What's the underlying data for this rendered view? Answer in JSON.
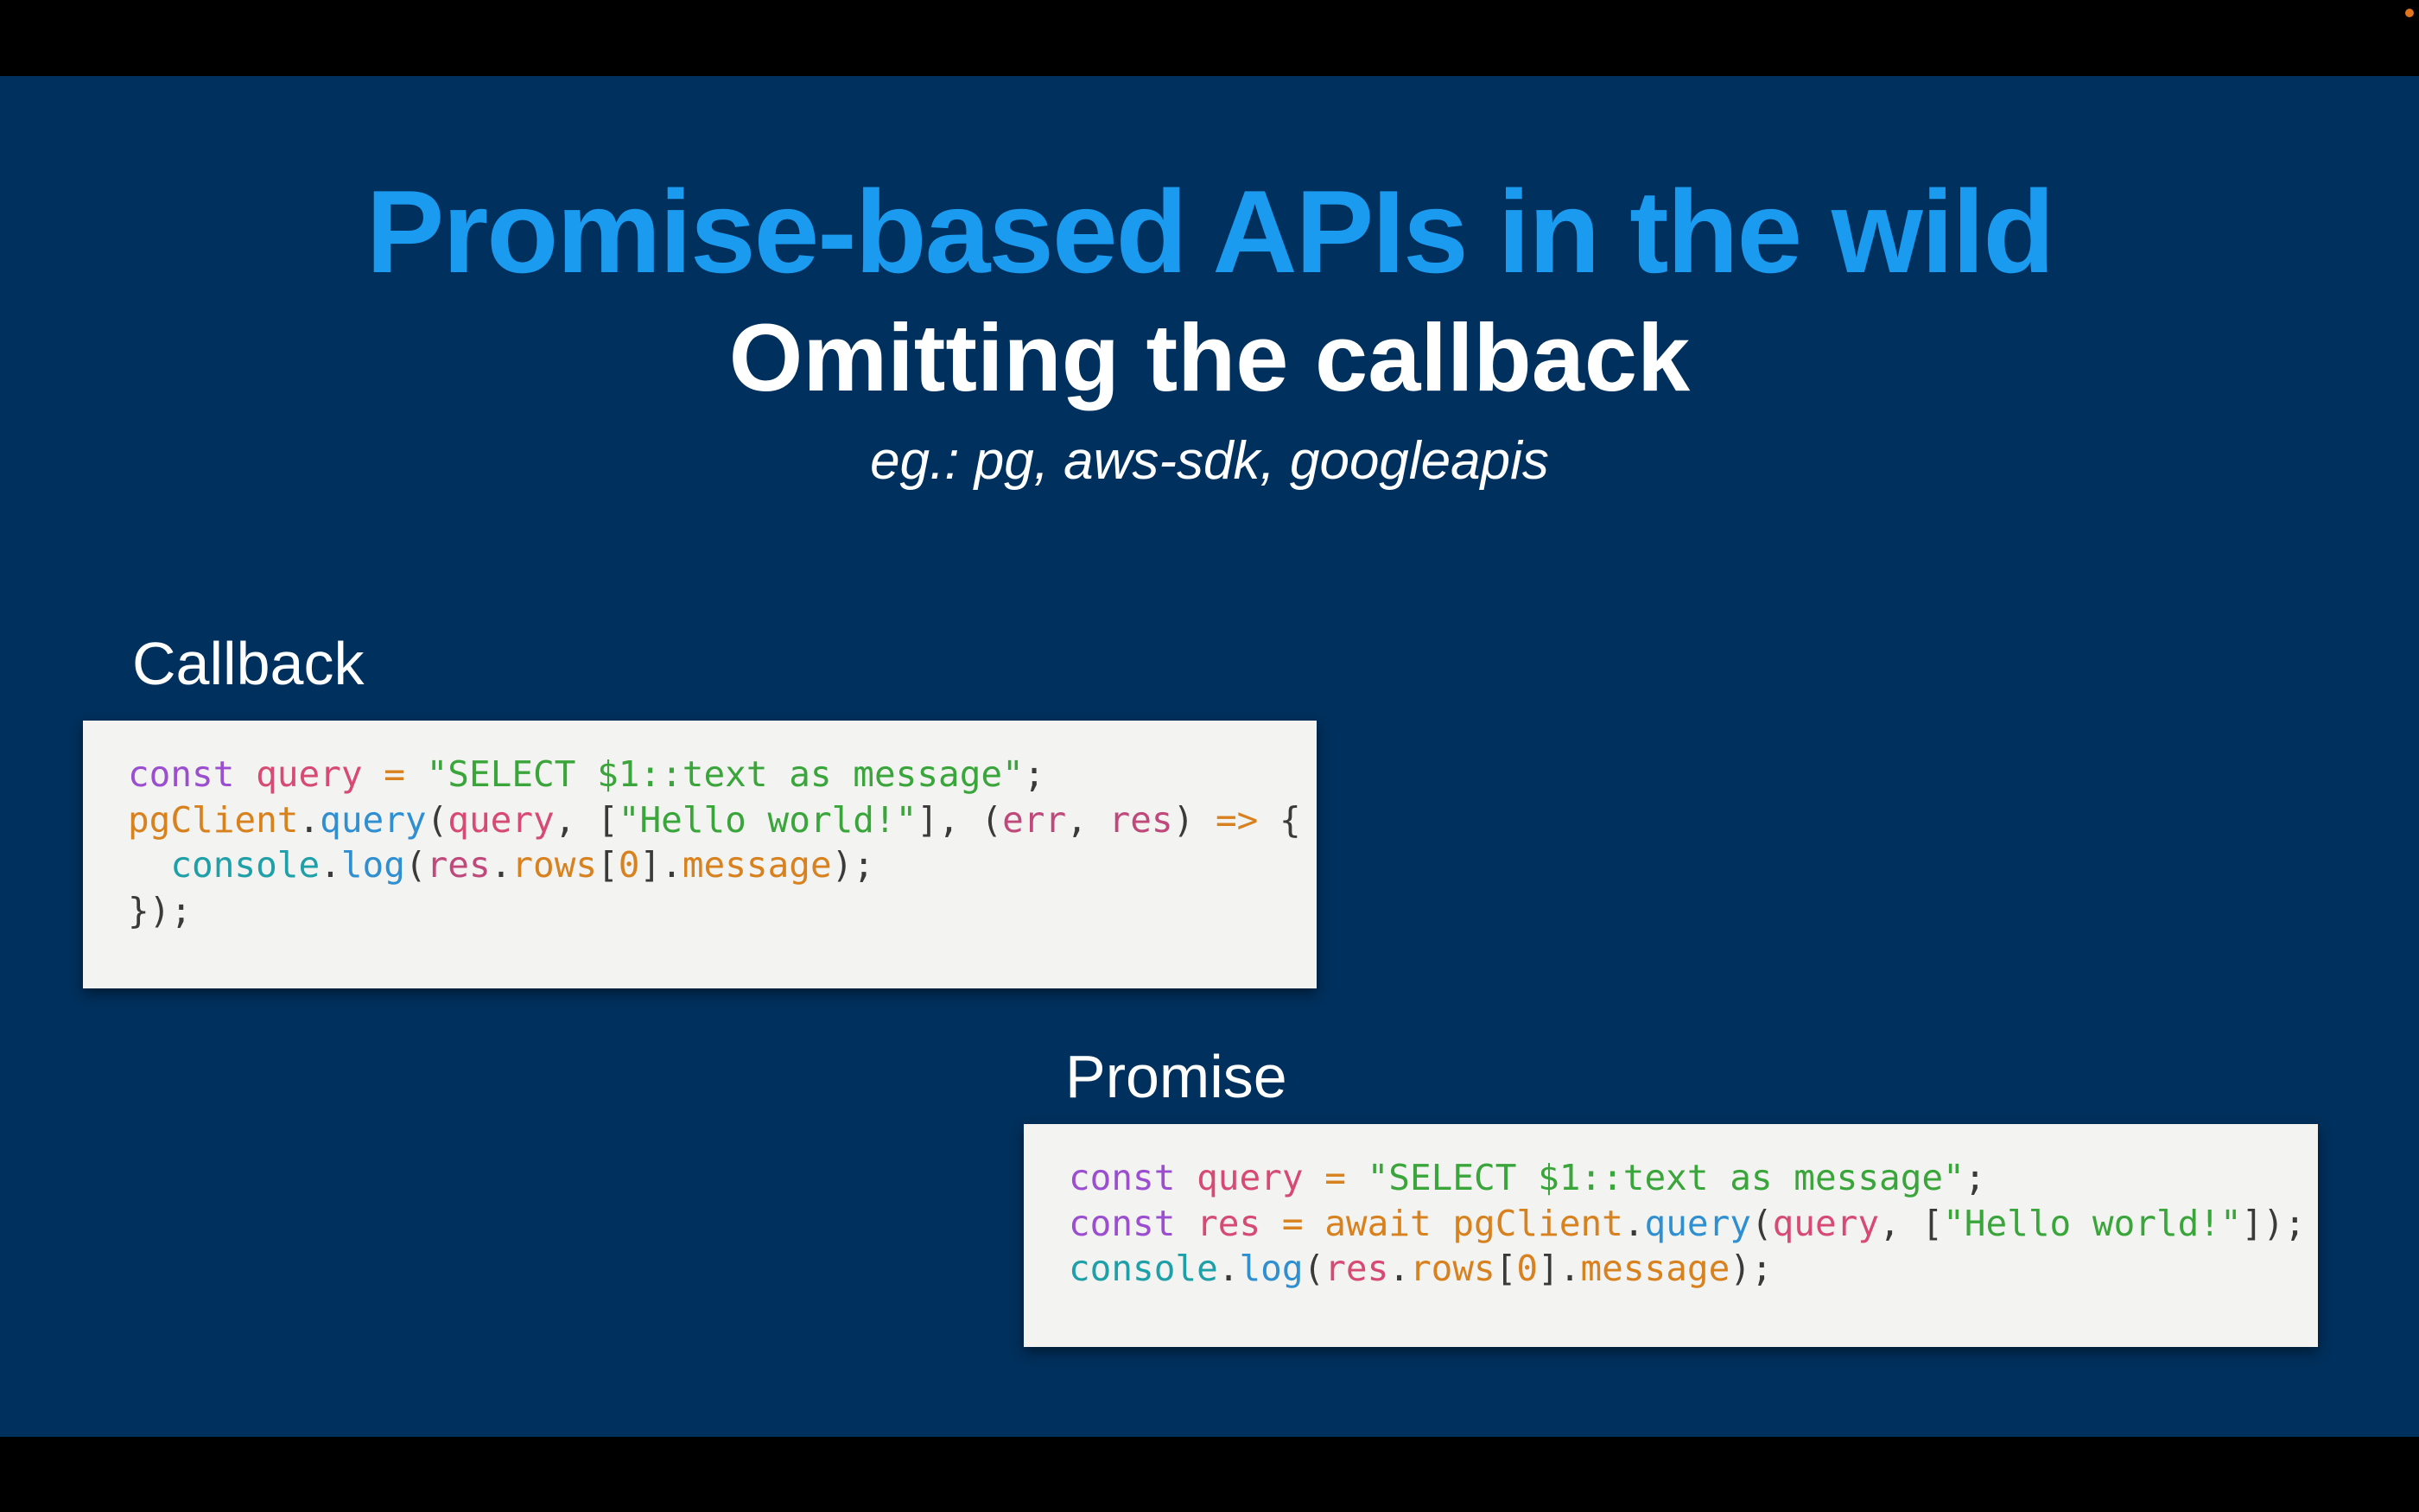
{
  "slide": {
    "title": "Promise-based APIs in the wild",
    "subtitle": "Omitting the callback",
    "examples": "eg.: pg, aws-sdk, googleapis"
  },
  "callback_section": {
    "label": "Callback",
    "code": {
      "l1": {
        "kw": "const",
        "var": "query",
        "op": "=",
        "str": "\"SELECT $1::text as message\"",
        "end": ";"
      },
      "l2": {
        "obj": "pgClient",
        "dot": ".",
        "fn": "query",
        "open": "(",
        "arg1": "query",
        "sep1": ", [",
        "str": "\"Hello world!\"",
        "close_arr": "], (",
        "p1": "err",
        "sep2": ", ",
        "p2": "res",
        "close_p": ")",
        "arrow": "=>",
        "brace": "{"
      },
      "l3": {
        "indent": "  ",
        "cls": "console",
        "dot": ".",
        "fn": "log",
        "open": "(",
        "var": "res",
        "dot2": ".",
        "prop": "rows",
        "lb": "[",
        "num": "0",
        "rb": "]",
        "dot3": ".",
        "prop2": "message",
        "end": ");"
      },
      "l4": {
        "text": "});"
      }
    }
  },
  "promise_section": {
    "label": "Promise",
    "code": {
      "l1": {
        "kw": "const",
        "var": "query",
        "op": "=",
        "str": "\"SELECT $1::text as message\"",
        "end": ";"
      },
      "l2": {
        "kw": "const",
        "var": "res",
        "op": "=",
        "await": "await",
        "obj": "pgClient",
        "dot": ".",
        "fn": "query",
        "open": "(",
        "arg1": "query",
        "sep1": ", [",
        "str": "\"Hello world!\"",
        "end": "]);"
      },
      "l3": {
        "cls": "console",
        "dot": ".",
        "fn": "log",
        "open": "(",
        "var": "res",
        "dot2": ".",
        "prop": "rows",
        "lb": "[",
        "num": "0",
        "rb": "]",
        "dot3": ".",
        "prop2": "message",
        "end": ");"
      }
    }
  },
  "colors": {
    "slide_background": "#00305d",
    "title": "#1a9bf0",
    "code_background": "#f3f3f2",
    "keyword": "#9b4fd0",
    "string": "#3aa53a",
    "function": "#2f8fd0"
  }
}
